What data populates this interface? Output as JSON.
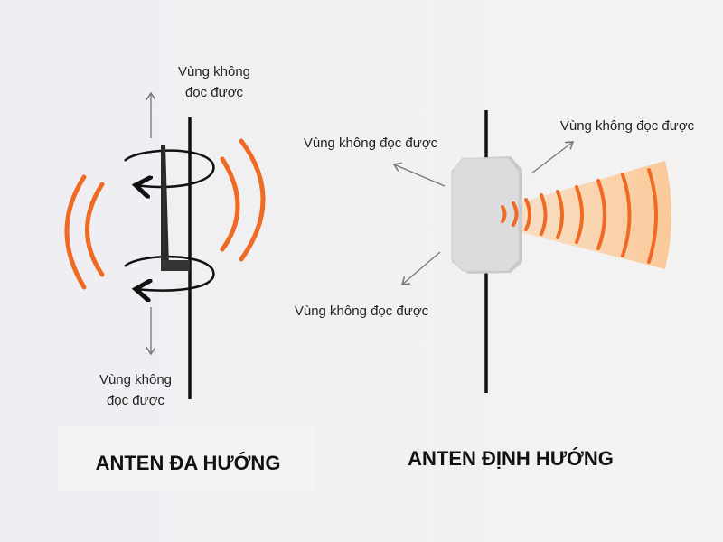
{
  "omni": {
    "title": "ANTEN ĐA HƯỚNG",
    "label_top": [
      "Vùng không",
      "đọc được"
    ],
    "label_bottom": [
      "Vùng không",
      "đọc được"
    ]
  },
  "directional": {
    "title": "ANTEN ĐỊNH HƯỚNG",
    "label_top_left": "Vùng không đọc được",
    "label_top_right": "Vùng không đọc được",
    "label_bottom_left": "Vùng không đọc được"
  },
  "colors": {
    "wave": "#ef6a22",
    "beam": "#fbd3a6",
    "pole": "#111111"
  }
}
